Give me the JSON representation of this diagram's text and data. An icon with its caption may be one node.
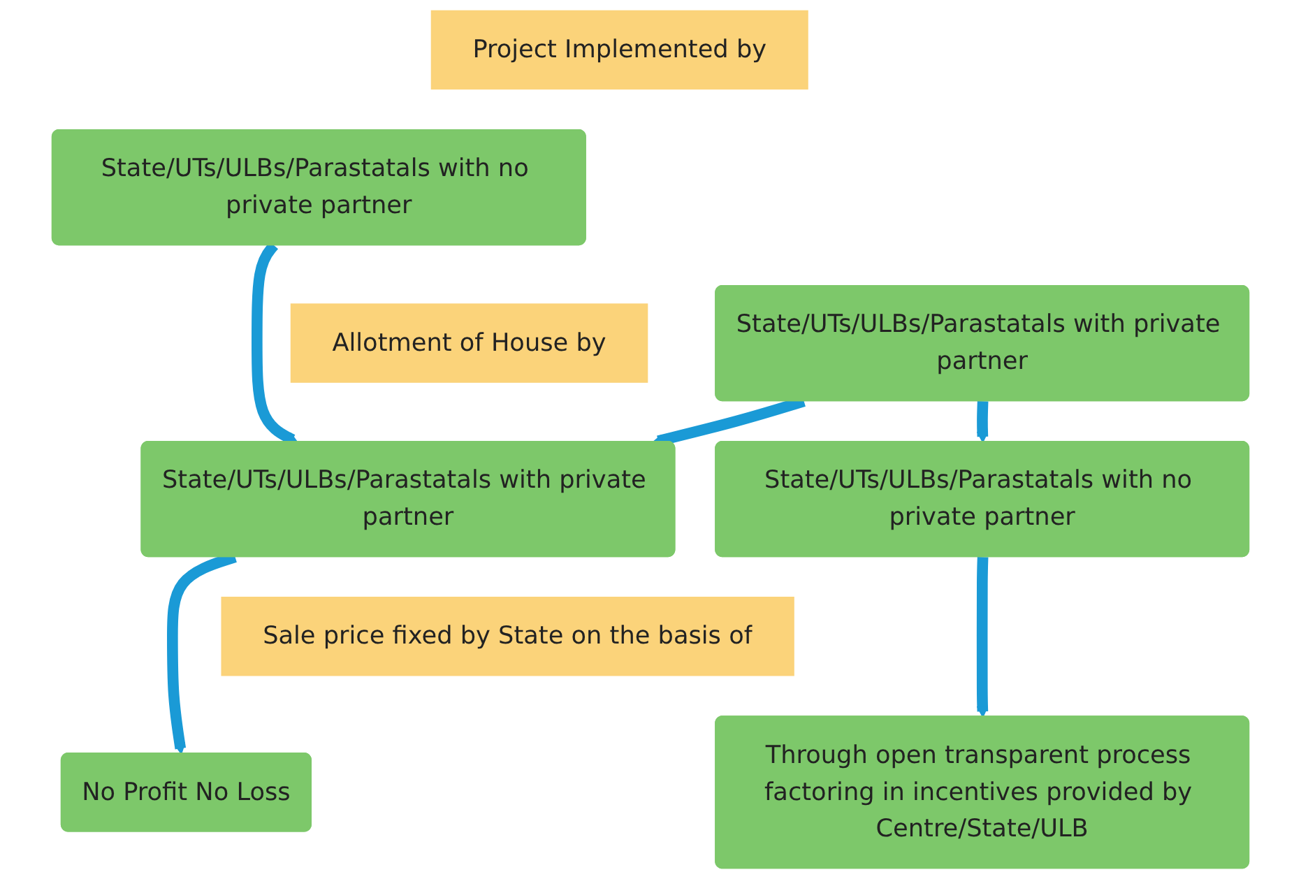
{
  "diagram": {
    "nodes": [
      {
        "text": [
          "Project Implemented by"
        ]
      },
      {
        "text": [
          "State/UTs/ULBs/Parastatals with no private partner"
        ]
      },
      {
        "text": [
          "State/UTs/ULBs/Parastatals with private partner"
        ]
      },
      {
        "text": [
          "Allotment of House by"
        ]
      },
      {
        "text": [
          "State/UTs/ULBs/Parastatals with private partner"
        ]
      },
      {
        "text": [
          "State/UTs/ULBs/Parastatals with no private partner"
        ]
      },
      {
        "text": [
          "Sale price fixed by State on the basis of"
        ]
      },
      {
        "text": [
          "No Profit No Loss"
        ]
      },
      {
        "text": [
          "Through open transparent process factoring in incentives provided by Centre/State/ULB"
        ]
      }
    ],
    "edges": [
      {
        "from": 1,
        "to": 4,
        "arrow": "to"
      },
      {
        "from": 2,
        "to": 4,
        "arrow": "to"
      },
      {
        "from": 2,
        "to": 5,
        "arrow": "to"
      },
      {
        "from": 4,
        "to": 7,
        "arrow": "to"
      },
      {
        "from": 5,
        "to": 8,
        "arrow": "to"
      }
    ]
  }
}
